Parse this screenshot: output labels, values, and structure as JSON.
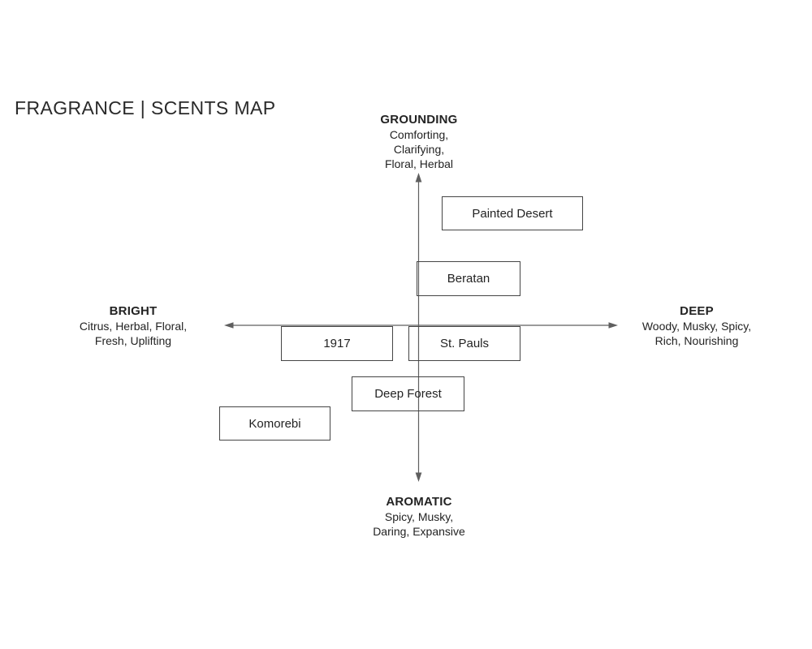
{
  "title": "FRAGRANCE | SCENTS MAP",
  "axes": {
    "top": {
      "label": "GROUNDING",
      "lines": [
        "Comforting,",
        "Clarifying,",
        "Floral, Herbal"
      ]
    },
    "bottom": {
      "label": "AROMATIC",
      "lines": [
        "Spicy, Musky,",
        "Daring, Expansive"
      ]
    },
    "left": {
      "label": "BRIGHT",
      "lines": [
        "Citrus, Herbal, Floral,",
        "Fresh, Uplifting"
      ]
    },
    "right": {
      "label": "DEEP",
      "lines": [
        "Woody, Musky, Spicy,",
        "Rich, Nourishing"
      ]
    }
  },
  "items": [
    {
      "label": "Painted Desert",
      "quadrant": "deep-grounding"
    },
    {
      "label": "Beratan",
      "quadrant": "deep-grounding"
    },
    {
      "label": "1917",
      "quadrant": "bright-center"
    },
    {
      "label": "St. Pauls",
      "quadrant": "deep-center"
    },
    {
      "label": "Deep Forest",
      "quadrant": "bright-aromatic"
    },
    {
      "label": "Komorebi",
      "quadrant": "bright-aromatic"
    }
  ],
  "colors": {
    "background": "#ffffff",
    "text": "#232323",
    "axis_line": "#5f5f5f",
    "box_border": "#454545"
  }
}
